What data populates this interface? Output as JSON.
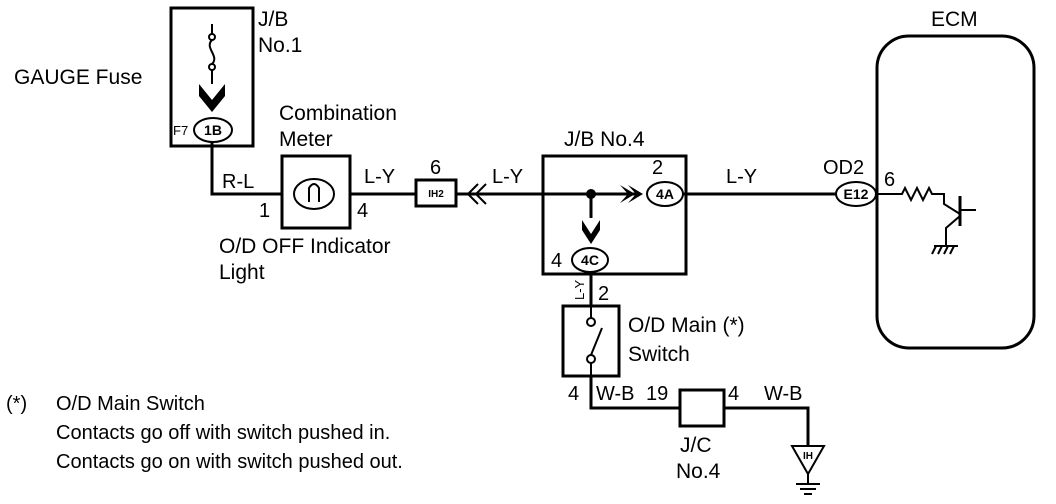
{
  "jb1": {
    "line1": "J/B",
    "line2": "No.1"
  },
  "fuse": {
    "label": "GAUGE Fuse",
    "pin_prefix": "F7",
    "connector": "1B"
  },
  "meter": {
    "line1": "Combination",
    "line2": "Meter"
  },
  "indicator": {
    "line1": "O/D OFF Indicator",
    "line2": "Light",
    "pin_left": "1",
    "pin_right": "4"
  },
  "wires": {
    "r_l": "R-L",
    "l_y_1": "L-Y",
    "l_y_2": "L-Y",
    "l_y_3": "L-Y",
    "l_y_vert": "L-Y",
    "w_b_1": "W-B",
    "w_b_2": "W-B"
  },
  "connector_ih2": {
    "pin": "6",
    "label": "IH2"
  },
  "jb4": {
    "title": "J/B No.4",
    "pin_4a": "2",
    "conn_4a": "4A",
    "pin_4c": "4",
    "conn_4c": "4C"
  },
  "ecm": {
    "title": "ECM",
    "od2": "OD2",
    "conn": "E12",
    "pin": "6"
  },
  "od_switch": {
    "line1": "O/D Main (*)",
    "line2": "Switch",
    "pin_top": "2",
    "pin_bottom": "4"
  },
  "jc4": {
    "line1": "J/C",
    "line2": "No.4",
    "pin_left": "19",
    "pin_right": "4"
  },
  "ground": {
    "label": "IH"
  },
  "note": {
    "marker": "(*)",
    "title": "O/D Main Switch",
    "line1": "Contacts go off with switch pushed in.",
    "line2": "Contacts go on with switch pushed out."
  }
}
